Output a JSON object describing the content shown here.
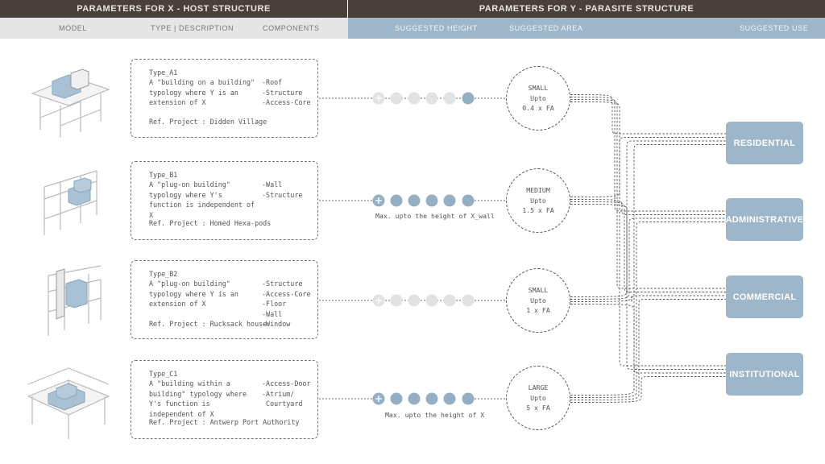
{
  "header": {
    "host_title": "PARAMETERS FOR X - HOST STRUCTURE",
    "parasite_title": "PARAMETERS FOR Y - PARASITE STRUCTURE"
  },
  "columns": {
    "model": "MODEL",
    "type": "TYPE | DESCRIPTION",
    "components": "COMPONENTS",
    "height": "SUGGESTED HEIGHT",
    "area": "SUGGESTED AREA",
    "use": "SUGGESTED USE"
  },
  "types": [
    {
      "name": "Type_A1",
      "description": "A \"building on a building\" typology where Y is an extension of X",
      "components": [
        "-Roof",
        "-Structure",
        "-Access-Core"
      ],
      "reference": "Ref. Project : Didden Village",
      "height_filled": 1,
      "height_note": "",
      "area": [
        "SMALL",
        "Upto",
        "0.4 x FA"
      ]
    },
    {
      "name": "Type_B1",
      "description": "A \"plug-on building\" typology where Y's function is independent of X",
      "components": [
        "-Wall",
        "-Structure"
      ],
      "reference": "Ref. Project : Homed Hexa-pods",
      "height_filled": 6,
      "height_note": "Max. upto the height of X_wall",
      "area": [
        "MEDIUM",
        "Upto",
        "1.5 x FA"
      ]
    },
    {
      "name": "Type_B2",
      "description": "A \"plug-on building\" typology where Y is an extension of X",
      "components": [
        "-Structure",
        "-Access-Core",
        "-Floor",
        "-Wall",
        "-Window"
      ],
      "reference": "Ref. Project : Rucksack house",
      "height_filled": 0,
      "height_note": "",
      "area": [
        "SMALL",
        "Upto",
        "1 x FA"
      ]
    },
    {
      "name": "Type_C1",
      "description": "A \"building within a building\" typology where Y's function is independent of X",
      "components": [
        "-Access-Door",
        "-Atrium/",
        " Courtyard"
      ],
      "reference": "Ref. Project : Antwerp Port Authority",
      "height_filled": 6,
      "height_note": "Max. upto the height of X",
      "area": [
        "LARGE",
        "Upto",
        "5 x FA"
      ]
    }
  ],
  "uses": [
    "RESIDENTIAL",
    "ADMINISTRATIVE",
    "COMMERCIAL",
    "INSTITUTIONAL"
  ],
  "colors": {
    "header_dark": "#4a3f3a",
    "accent_blue": "#9db6c9",
    "dot_blue": "#94aec4",
    "dot_grey": "#e2e2e2"
  }
}
